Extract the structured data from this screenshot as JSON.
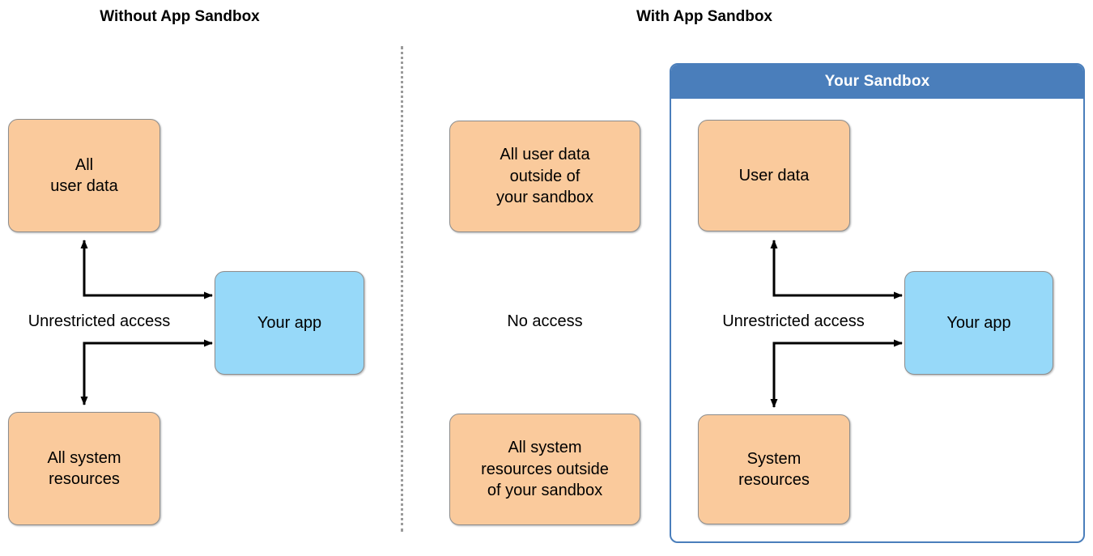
{
  "columns": {
    "left": {
      "title": "Without App Sandbox"
    },
    "right": {
      "title": "With App Sandbox"
    }
  },
  "colors": {
    "data_box_fill": "#FACA9C",
    "data_box_border": "#8D8D8D",
    "app_box_fill": "#97D9F9",
    "app_box_border": "#8D8D8D",
    "sandbox_border": "#4A7EBB",
    "sandbox_header_fill": "#4A7EBB",
    "sandbox_header_text": "#FFFFFF",
    "divider_dots": "#9B9B9B",
    "arrow": "#000000",
    "background": "#FFFFFF"
  },
  "left_panel": {
    "user_data_box": "All\nuser data",
    "user_data_box_lines": [
      "All",
      "user data"
    ],
    "system_resources_box": "All system\nresources",
    "system_resources_box_lines": [
      "All system",
      "resources"
    ],
    "app_box": "Your app",
    "access_label": "Unrestricted access",
    "arrows": [
      {
        "from": "your-app",
        "to": "all-user-data",
        "direction": "bidirectional-elbow-up"
      },
      {
        "from": "your-app",
        "to": "all-system-resources",
        "direction": "bidirectional-elbow-down"
      }
    ]
  },
  "right_panel": {
    "outside_user_data_box_lines": [
      "All user data",
      "outside of",
      "your sandbox"
    ],
    "outside_system_resources_box_lines": [
      "All system",
      "resources outside",
      "of your sandbox"
    ],
    "no_access_label": "No access",
    "sandbox": {
      "header_title": "Your Sandbox",
      "user_data_box": "User data",
      "system_resources_box_lines": [
        "System",
        "resources"
      ],
      "app_box": "Your app",
      "access_label": "Unrestricted access",
      "arrows": [
        {
          "from": "your-app",
          "to": "user-data",
          "direction": "bidirectional-elbow-up"
        },
        {
          "from": "your-app",
          "to": "system-resources",
          "direction": "bidirectional-elbow-down"
        }
      ]
    }
  }
}
